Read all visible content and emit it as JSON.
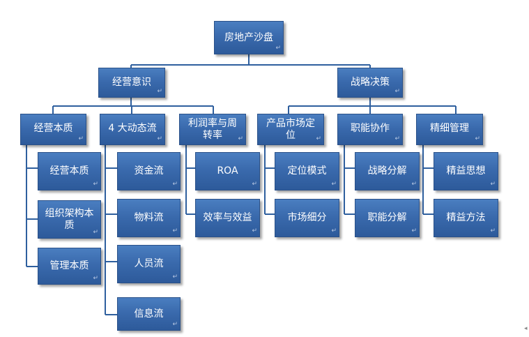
{
  "colors": {
    "box_fill": "#3a6aad",
    "box_border": "#2a5189",
    "connector": "#2e5f9e",
    "text": "#ffffff"
  },
  "mark": "↵",
  "nodes": {
    "root": "房地产沙盘",
    "mgmt_awareness": "经营意识",
    "strategy_decision": "战略决策",
    "essence": "经营本质",
    "four_flows": "4 大动态流",
    "profit_turnover": "利润率与周转率",
    "product_positioning": "产品市场定位",
    "collaboration": "职能协作",
    "lean_mgmt": "精细管理",
    "business_essence": "经营本质",
    "org_essence": "组织架构本质",
    "management_essence": "管理本质",
    "capital_flow": "资金流",
    "material_flow": "物料流",
    "personnel_flow": "人员流",
    "information_flow": "信息流",
    "roa": "ROA",
    "efficiency_benefit": "效率与效益",
    "positioning_mode": "定位模式",
    "market_segment": "市场细分",
    "strategy_breakdown": "战略分解",
    "function_breakdown": "职能分解",
    "lean_thinking": "精益思想",
    "lean_method": "精益方法"
  }
}
